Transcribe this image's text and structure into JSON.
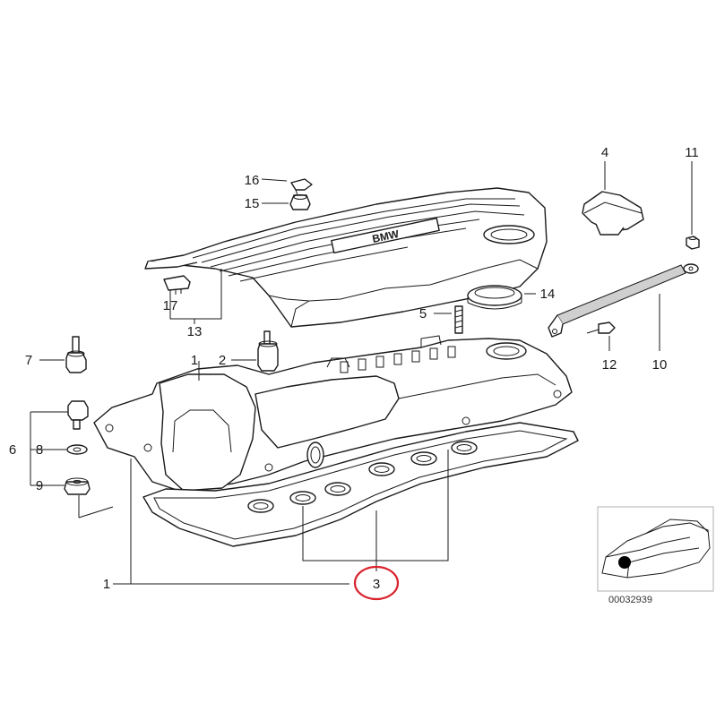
{
  "callouts": [
    {
      "id": "1a",
      "text": "1"
    },
    {
      "id": "1b",
      "text": "1"
    },
    {
      "id": "2",
      "text": "2"
    },
    {
      "id": "3",
      "text": "3"
    },
    {
      "id": "4",
      "text": "4"
    },
    {
      "id": "5",
      "text": "5"
    },
    {
      "id": "6",
      "text": "6"
    },
    {
      "id": "7",
      "text": "7"
    },
    {
      "id": "8",
      "text": "8"
    },
    {
      "id": "9",
      "text": "9"
    },
    {
      "id": "10",
      "text": "10"
    },
    {
      "id": "11",
      "text": "11"
    },
    {
      "id": "12",
      "text": "12"
    },
    {
      "id": "13",
      "text": "13"
    },
    {
      "id": "14",
      "text": "14"
    },
    {
      "id": "15",
      "text": "15"
    },
    {
      "id": "16",
      "text": "16"
    },
    {
      "id": "17",
      "text": "17"
    }
  ],
  "highlight": {
    "callout": "3",
    "color": "#d9232d"
  },
  "cover_lettering": "BMW",
  "inset": {
    "diagram_number": "00032939"
  },
  "colors": {
    "line": "#1a1a1a",
    "highlight": "#d9232d",
    "inset_border": "#b0b0b0",
    "location_dot": "#000000"
  }
}
